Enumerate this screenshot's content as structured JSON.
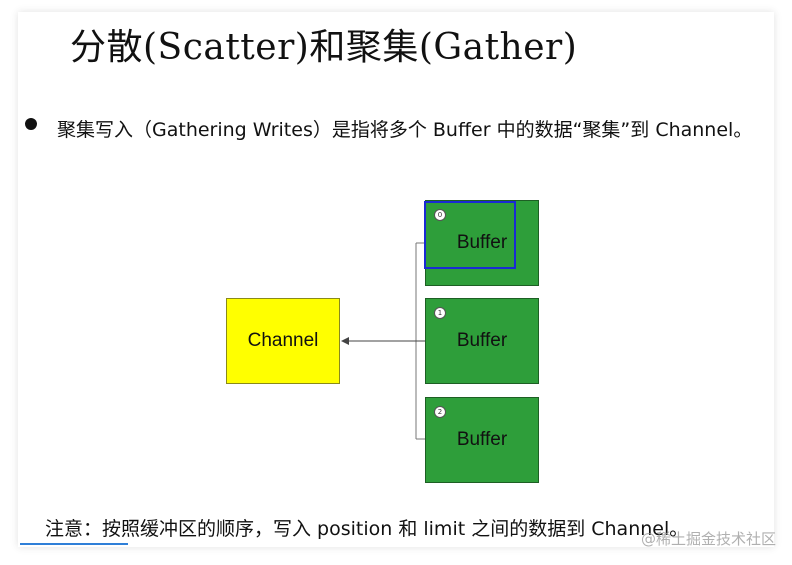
{
  "title": "分散(Scatter)和聚集(Gather)",
  "bullet": {
    "text": "聚集写入（Gathering Writes）是指将多个 Buffer 中的数据“聚集”到 Channel。"
  },
  "diagram": {
    "channel_label": "Channel",
    "buffers": [
      {
        "index": "0",
        "label": "Buffer"
      },
      {
        "index": "1",
        "label": "Buffer"
      },
      {
        "index": "2",
        "label": "Buffer"
      }
    ],
    "colors": {
      "channel_fill": "#ffff00",
      "buffer_fill": "#2e9e3a",
      "highlight": "#1a2ad4"
    }
  },
  "note": "注意：按照缓冲区的顺序，写入 position 和 limit 之间的数据到 Channel。",
  "watermark": "@稀土掘金技术社区"
}
